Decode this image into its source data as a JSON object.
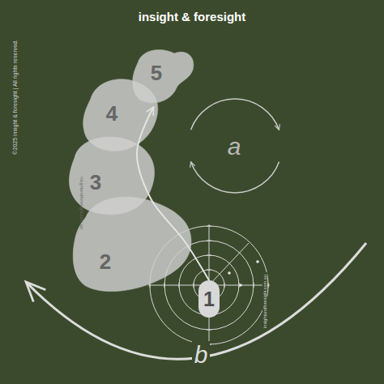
{
  "diagram": {
    "title": "insight & foresight",
    "nodes": [
      {
        "text": [
          "1"
        ]
      },
      {
        "text": [
          "2"
        ]
      },
      {
        "text": [
          "3"
        ]
      },
      {
        "text": [
          "4"
        ]
      },
      {
        "text": [
          "5"
        ]
      }
    ],
    "edges": [
      {
        "from": 0,
        "to": 4,
        "arrow": "to"
      }
    ],
    "labels": [
      "©2025 insight & foresight | All rights reserved.",
      "insightandforesight.com.au",
      "insightandforesight.com.au",
      "a",
      "b"
    ]
  }
}
